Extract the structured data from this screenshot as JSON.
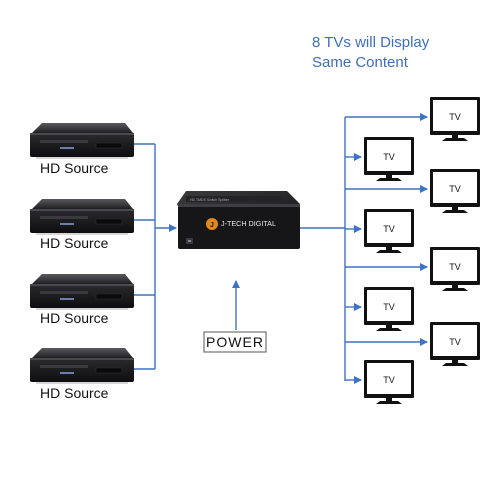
{
  "caption": {
    "line1": "8 TVs will Display",
    "line2": "Same Content"
  },
  "sources": [
    {
      "label": "HD Source"
    },
    {
      "label": "HD Source"
    },
    {
      "label": "HD Source"
    },
    {
      "label": "HD Source"
    }
  ],
  "switch": {
    "brand": "J-TECH DIGITAL",
    "small_text": "HD TMDS Switch Splitter"
  },
  "power": {
    "label": "POWER"
  },
  "tvs": [
    {
      "label": "TV"
    },
    {
      "label": "TV"
    },
    {
      "label": "TV"
    },
    {
      "label": "TV"
    },
    {
      "label": "TV"
    },
    {
      "label": "TV"
    },
    {
      "label": "TV"
    },
    {
      "label": "TV"
    }
  ],
  "colors": {
    "line": "#3d73c0",
    "caption": "#3f6fb6",
    "device": "#1c1c1e",
    "brand_accent": "#e08a1e"
  }
}
